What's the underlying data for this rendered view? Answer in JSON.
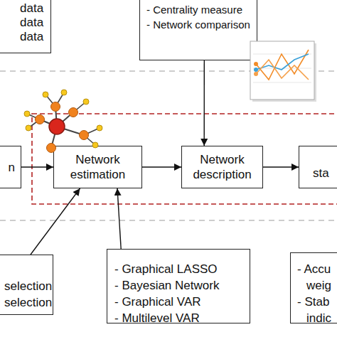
{
  "diagram": {
    "nodes": [
      {
        "text": [
          "data",
          "data",
          "data"
        ]
      },
      {
        "text": [
          "- Centrality measure",
          "- Network comparison"
        ]
      },
      {
        "text": [
          "n"
        ]
      },
      {
        "text": [
          "Network estimation"
        ]
      },
      {
        "text": [
          "Network description"
        ]
      },
      {
        "text": [
          "sta"
        ]
      },
      {
        "text": [
          "selection",
          "selection"
        ]
      },
      {
        "text": [
          "- Graphical LASSO",
          "- Bayesian Network",
          "- Graphical VAR",
          "- Multilevel VAR"
        ]
      },
      {
        "text": [
          "- Accu weig",
          "- Stab indic"
        ]
      }
    ],
    "edges": [
      {
        "from": 2,
        "to": 3,
        "arrow": "to"
      },
      {
        "from": 3,
        "to": 4,
        "arrow": "to"
      },
      {
        "from": 4,
        "to": 5,
        "arrow": "to"
      },
      {
        "from": 1,
        "to": 4,
        "arrow": "to"
      },
      {
        "from": 6,
        "to": 3,
        "arrow": "to"
      },
      {
        "from": 7,
        "to": 3,
        "arrow": "to"
      }
    ]
  }
}
